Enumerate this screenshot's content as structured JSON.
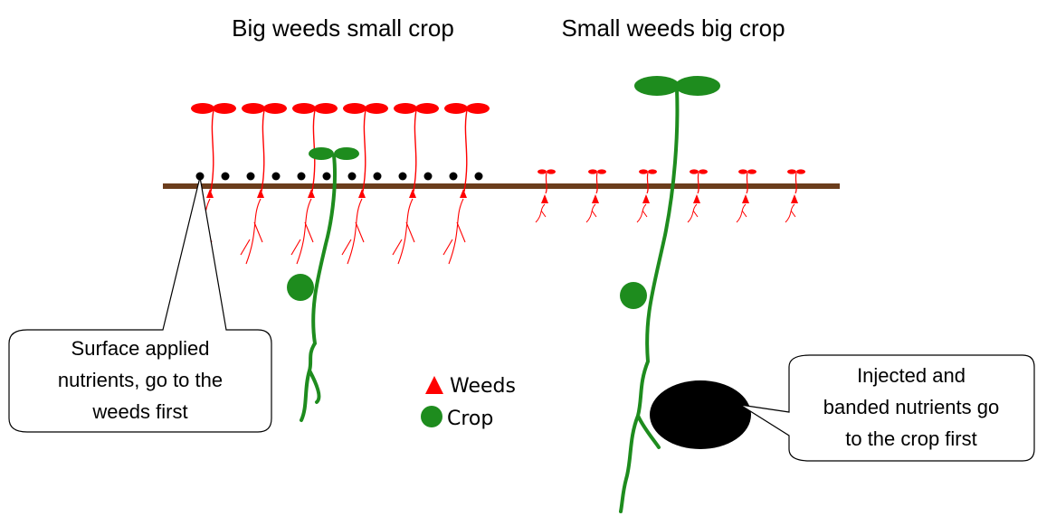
{
  "titles": {
    "left": "Big weeds small crop",
    "right": "Small weeds big crop"
  },
  "callouts": {
    "left": [
      "Surface applied",
      "nutrients, go to the",
      "weeds first"
    ],
    "right": [
      "Injected and",
      "banded nutrients go",
      "to the crop first"
    ]
  },
  "legend": {
    "weeds": "Weeds",
    "crop": "Crop"
  },
  "colors": {
    "soil": "#6b3d1c",
    "weed": "#ff0000",
    "crop": "#1e8c1e",
    "nutrient": "#000000"
  }
}
